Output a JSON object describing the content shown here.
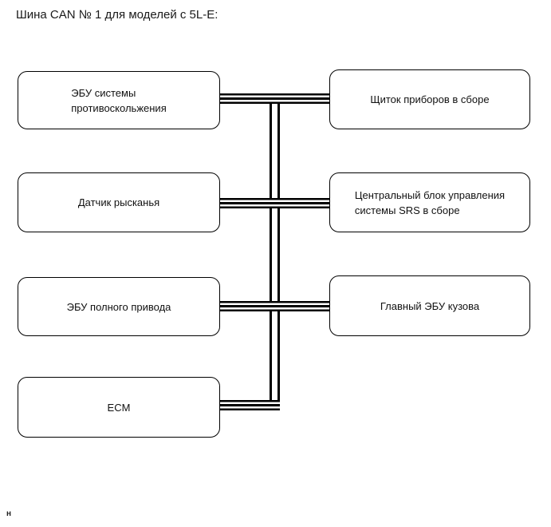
{
  "title": "Шина CAN № 1 для моделей с 5L-E:",
  "footnote": "н",
  "diagram": {
    "left_nodes": [
      {
        "label": "ЭБУ системы\nпротивоскольжения"
      },
      {
        "label": "Датчик рысканья"
      },
      {
        "label": "ЭБУ полного привода"
      },
      {
        "label": "ECM"
      }
    ],
    "right_nodes": [
      {
        "label": "Щиток приборов в сборе"
      },
      {
        "label": "Центральный блок управления\nсистемы SRS в сборе"
      },
      {
        "label": "Главный ЭБУ кузова"
      }
    ]
  },
  "colors": {
    "line": "#000000",
    "text": "#111111",
    "background": "#ffffff"
  }
}
